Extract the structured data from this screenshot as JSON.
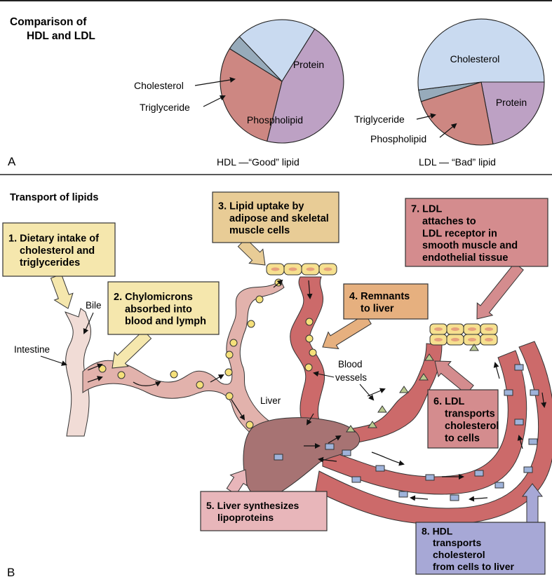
{
  "panel_a": {
    "title_line1": "Comparison of",
    "title_line2": "HDL and LDL",
    "panel_letter": "A",
    "hdl_caption": "HDL —“Good” lipid",
    "ldl_caption": "LDL — “Bad” lipid",
    "hdl_callouts": {
      "cholesterol": "Cholesterol",
      "triglyceride": "Triglyceride"
    },
    "ldl_callouts": {
      "triglyceride": "Triglyceride",
      "phospholipid": "Phospholipid"
    }
  },
  "chart_data": [
    {
      "type": "pie",
      "title": "HDL —“Good” lipid",
      "labels": [
        "Protein",
        "Phospholipid",
        "Triglyceride",
        "Cholesterol"
      ],
      "values": [
        45,
        30,
        4,
        21
      ],
      "colors": [
        "#bda1c4",
        "#cd8782",
        "#97abbb",
        "#c9daf0"
      ],
      "inside_labels": [
        "Protein",
        "Phospholipid"
      ]
    },
    {
      "type": "pie",
      "title": "LDL — “Bad” lipid",
      "labels": [
        "Protein",
        "Phospholipid",
        "Triglyceride",
        "Cholesterol"
      ],
      "values": [
        22,
        23,
        3,
        52
      ],
      "colors": [
        "#bda1c4",
        "#cd8782",
        "#97abbb",
        "#c9daf0"
      ],
      "inside_labels": [
        "Cholesterol",
        "Protein"
      ]
    }
  ],
  "panel_b": {
    "title": "Transport of lipids",
    "panel_letter": "B",
    "labels": {
      "bile": "Bile",
      "intestine": "Intestine",
      "liver": "Liver",
      "blood_vessels_1": "Blood",
      "blood_vessels_2": "vessels"
    },
    "steps": [
      {
        "lines": [
          "1. Dietary intake of",
          "cholesterol and",
          "triglycerides"
        ],
        "color": "#f5e7ad"
      },
      {
        "lines": [
          "2. Chylomicrons",
          "absorbed into",
          "blood and lymph"
        ],
        "color": "#f5e7ad"
      },
      {
        "lines": [
          "3. Lipid uptake by",
          "adipose and skeletal",
          "muscle cells"
        ],
        "color": "#e8cc96"
      },
      {
        "lines": [
          "4. Remnants",
          "to liver"
        ],
        "color": "#e6b07f"
      },
      {
        "lines": [
          "5. Liver synthesizes",
          "lipoproteins"
        ],
        "color": "#e8b6ba"
      },
      {
        "lines": [
          "6. LDL",
          "transports",
          "cholesterol",
          "to cells"
        ],
        "color": "#d48c8e"
      },
      {
        "lines": [
          "7. LDL",
          "attaches to",
          "LDL receptor in",
          "smooth muscle and",
          "endothelial tissue"
        ],
        "color": "#d48c8e"
      },
      {
        "lines": [
          "8. HDL",
          "transports",
          "cholesterol",
          "from cells to liver"
        ],
        "color": "#a7a8d6"
      }
    ]
  },
  "colors": {
    "chylomicron_vessel": "#e2b2ac",
    "blood_vessel": "#cc6a6a",
    "liver": "#a77373",
    "intestine": "#f1dcd6",
    "chylomicron": "#f5e07a",
    "ldl": "#b9c98f",
    "hdl": "#9fb3da",
    "cell": "#f6e08f",
    "cell_nucleus": "#e6a17d"
  }
}
